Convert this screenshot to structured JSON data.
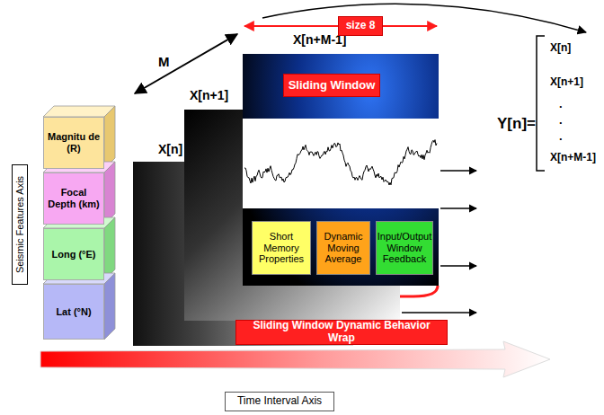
{
  "diagram": {
    "nodes": [
      {
        "text": [
          "Magnitu de (R)"
        ]
      },
      {
        "text": [
          "Focal Depth (km)"
        ]
      },
      {
        "text": [
          "Long (°E)"
        ]
      },
      {
        "text": [
          "Lat (°N)"
        ]
      },
      {
        "text": [
          "X[n]"
        ]
      },
      {
        "text": [
          "X[n+1]"
        ]
      },
      {
        "text": [
          "X[n+M-1]"
        ]
      },
      {
        "text": [
          "Sliding Window"
        ],
        "in": 6
      },
      {
        "text": [
          "Short Memory Properties"
        ],
        "in": 6
      },
      {
        "text": [
          "Dynamic Moving Average"
        ],
        "in": 6
      },
      {
        "text": [
          "Input/Output Window Feedback"
        ],
        "in": 6
      },
      {
        "text": [
          "size 8"
        ]
      },
      {
        "text": [
          "Sliding Window Dynamic Behavior Wrap"
        ]
      },
      {
        "text": [
          "Seismic Features Axis"
        ]
      },
      {
        "text": [
          "Time Interval Axis"
        ]
      }
    ],
    "labels": [
      "M",
      "Y[n]=",
      "X[n]",
      "X[n+1]",
      ".",
      ".",
      ".",
      "X[n+M-1]"
    ]
  }
}
